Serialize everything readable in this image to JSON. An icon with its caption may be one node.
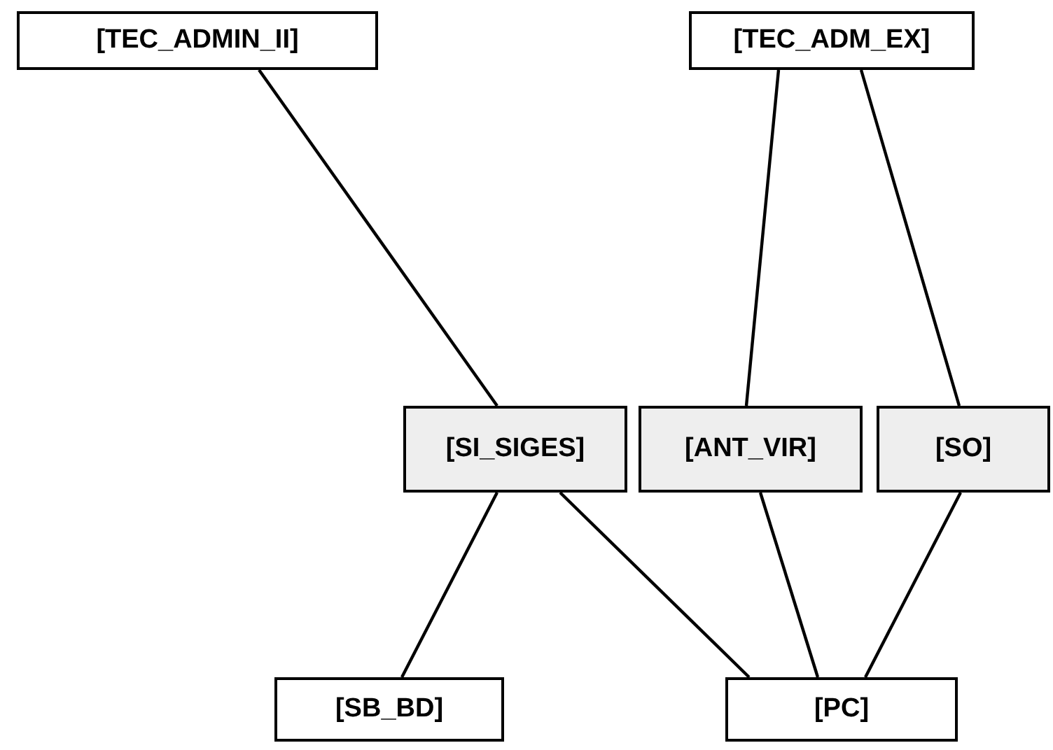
{
  "diagram": {
    "nodes": [
      {
        "text": [
          "[TEC_ADMIN_II]"
        ]
      },
      {
        "text": [
          "[TEC_ADM_EX]"
        ]
      },
      {
        "text": [
          "[SI_SIGES]"
        ]
      },
      {
        "text": [
          "[ANT_VIR]"
        ]
      },
      {
        "text": [
          "[SO]"
        ]
      },
      {
        "text": [
          "[SB_BD]"
        ]
      },
      {
        "text": [
          "[PC]"
        ]
      }
    ],
    "edges": [
      {
        "from": 0,
        "to": 2,
        "arrow": "none"
      },
      {
        "from": 1,
        "to": 3,
        "arrow": "none"
      },
      {
        "from": 1,
        "to": 4,
        "arrow": "none"
      },
      {
        "from": 2,
        "to": 5,
        "arrow": "none"
      },
      {
        "from": 2,
        "to": 6,
        "arrow": "none"
      },
      {
        "from": 3,
        "to": 6,
        "arrow": "none"
      },
      {
        "from": 4,
        "to": 6,
        "arrow": "none"
      }
    ]
  }
}
